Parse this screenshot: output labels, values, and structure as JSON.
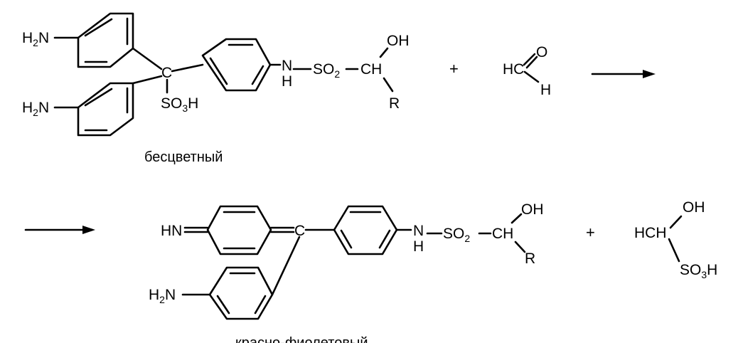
{
  "reactant_1": {
    "amino_top": {
      "main": "H",
      "sub": "2",
      "tail": "N"
    },
    "amino_bottom": {
      "main": "H",
      "sub": "2",
      "tail": "N"
    },
    "central_carbon": "C",
    "sulfo_group": {
      "main": "SO",
      "sub": "3",
      "tail": "H"
    },
    "amide_n": "N",
    "amide_h": "H",
    "sulfonyl": {
      "main": "SO",
      "sub": "2"
    },
    "ch": "CH",
    "oh": "OH",
    "r": "R"
  },
  "formaldehyde": {
    "hc": "HC",
    "o": "O",
    "h": "H"
  },
  "product_1": {
    "imine": "HN",
    "central_carbon": "C",
    "amino": {
      "main": "H",
      "sub": "2",
      "tail": "N"
    },
    "amide_n": "N",
    "amide_h": "H",
    "sulfonyl": {
      "main": "SO",
      "sub": "2"
    },
    "ch": "CH",
    "oh": "OH",
    "r": "R"
  },
  "product_2": {
    "hch": "HCH",
    "oh": "OH",
    "sulfo_group": {
      "main": "SO",
      "sub": "3",
      "tail": "H"
    }
  },
  "plus_signs": [
    "+",
    "+"
  ],
  "captions": {
    "reactant": "бесцветный",
    "product": "красно-фиолетовый"
  }
}
